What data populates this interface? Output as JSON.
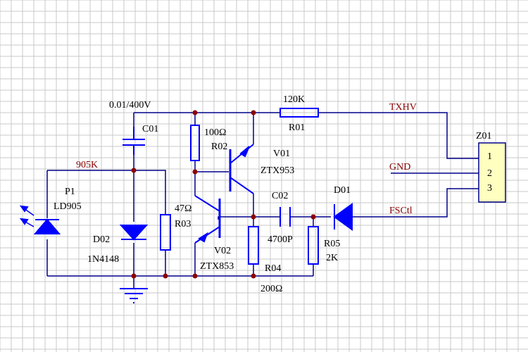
{
  "colors": {
    "grid": "#c8c8c8",
    "wire": "#00008b",
    "component": "#0000ff",
    "junction": "#8b0000",
    "net_label": "#8b0000",
    "text": "#000000",
    "connector_fill": "#ffffc0"
  },
  "labels": {
    "c01_value": "0.01/400V",
    "c01_ref": "C01",
    "r01_value": "120K",
    "r01_ref": "R01",
    "r02_value": "100Ω",
    "r02_ref": "R02",
    "v01_ref": "V01",
    "v01_part": "ZTX953",
    "c02_ref": "C02",
    "c02_value": "4700P",
    "d01_ref": "D01",
    "r03_value": "47Ω",
    "r03_ref": "R03",
    "v02_ref": "V02",
    "v02_part": "ZTX853",
    "r04_ref": "R04",
    "r04_value": "200Ω",
    "r05_ref": "R05",
    "r05_value": "2K",
    "p1_ref": "P1",
    "p1_part": "LD905",
    "d02_ref": "D02",
    "d02_part": "1N4148",
    "z01_ref": "Z01"
  },
  "nets": {
    "txhv": "TXHV",
    "gnd": "GND",
    "fsctl": "FSCtl",
    "n905k": "905K"
  },
  "connector_pins": [
    "1",
    "2",
    "3"
  ]
}
